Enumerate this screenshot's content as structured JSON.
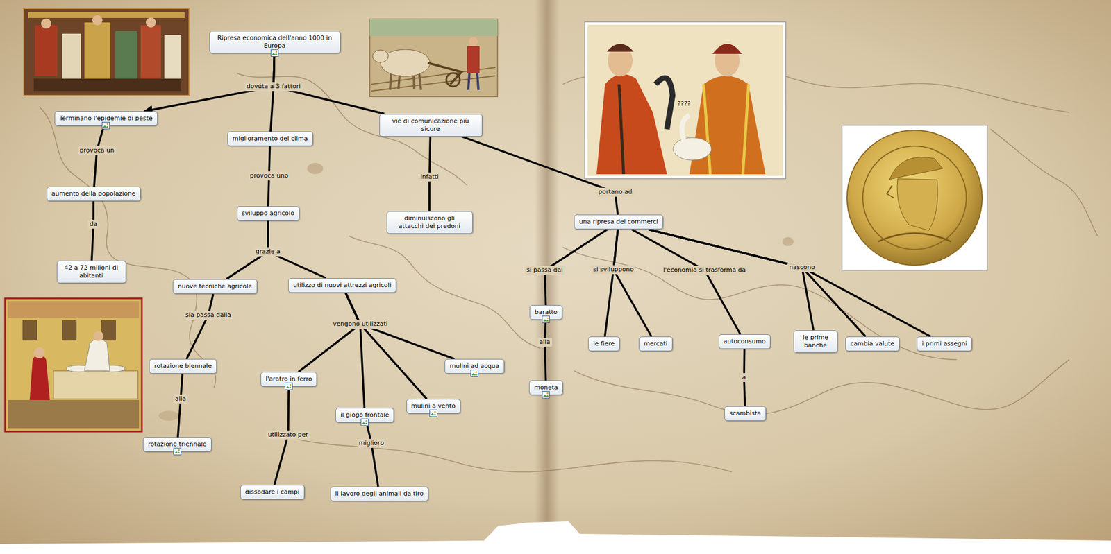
{
  "diagram": {
    "nodes": [
      {
        "text": [
          "Ripresa economica dell'anno 1000 in Europa"
        ]
      },
      {
        "text": [
          "Terminano l'epidemie di peste"
        ]
      },
      {
        "text": [
          "miglioramento del clima"
        ]
      },
      {
        "text": [
          "vie di comunicazione più sicure"
        ]
      },
      {
        "text": [
          "aumento della popolazione"
        ]
      },
      {
        "text": [
          "sviluppo agricolo"
        ]
      },
      {
        "text": [
          "diminuiscono gli attacchi dei predoni"
        ]
      },
      {
        "text": [
          "una ripresa dei commerci"
        ]
      },
      {
        "text": [
          "42 a 72 milioni di abitanti"
        ]
      },
      {
        "text": [
          "nuove tecniche agricole"
        ]
      },
      {
        "text": [
          "utilizzo di nuovi attrezzi agricoli"
        ]
      },
      {
        "text": [
          "baratto"
        ]
      },
      {
        "text": [
          "le fiere"
        ]
      },
      {
        "text": [
          "mercati"
        ]
      },
      {
        "text": [
          "autoconsumo"
        ]
      },
      {
        "text": [
          "le prime banche"
        ]
      },
      {
        "text": [
          "cambia valute"
        ]
      },
      {
        "text": [
          "i primi assegni"
        ]
      },
      {
        "text": [
          "rotazione biennale"
        ]
      },
      {
        "text": [
          "l'aratro in ferro"
        ]
      },
      {
        "text": [
          "mulini ad acqua"
        ]
      },
      {
        "text": [
          "moneta"
        ]
      },
      {
        "text": [
          "il giogo frontale"
        ]
      },
      {
        "text": [
          "mulini a vento"
        ]
      },
      {
        "text": [
          "scambista"
        ]
      },
      {
        "text": [
          "rotazione triennale"
        ]
      },
      {
        "text": [
          "dissodare i campi"
        ]
      },
      {
        "text": [
          "il lavoro degli animali da tiro"
        ]
      }
    ],
    "edges": [
      {
        "from": 0,
        "to": 1,
        "label": "dovúta a 3 fattori",
        "arrow": "to"
      },
      {
        "from": 0,
        "to": 2,
        "arrow": "none"
      },
      {
        "from": 0,
        "to": 3,
        "arrow": "none"
      },
      {
        "from": 1,
        "to": 4,
        "label": "provoca un",
        "arrow": "none"
      },
      {
        "from": 4,
        "to": 8,
        "label": "da",
        "arrow": "none"
      },
      {
        "from": 2,
        "to": 5,
        "label": "provoca uno",
        "arrow": "none"
      },
      {
        "from": 3,
        "to": 6,
        "label": "infatti",
        "arrow": "none"
      },
      {
        "from": 3,
        "to": 7,
        "label": "portano ad",
        "arrow": "none"
      },
      {
        "from": 5,
        "to": 9,
        "label": "grazie a",
        "arrow": "none"
      },
      {
        "from": 5,
        "to": 10,
        "arrow": "none"
      },
      {
        "from": 9,
        "to": 18,
        "label": "sia passa dalla",
        "arrow": "none"
      },
      {
        "from": 18,
        "to": 25,
        "label": "alla",
        "arrow": "none"
      },
      {
        "from": 10,
        "to": 19,
        "label": "vengono utilizzati",
        "arrow": "none"
      },
      {
        "from": 10,
        "to": 22,
        "arrow": "none"
      },
      {
        "from": 10,
        "to": 23,
        "arrow": "none"
      },
      {
        "from": 10,
        "to": 20,
        "arrow": "none"
      },
      {
        "from": 19,
        "to": 26,
        "label": "utilizzato per",
        "arrow": "none"
      },
      {
        "from": 22,
        "to": 27,
        "label": "miglioro",
        "arrow": "none"
      },
      {
        "from": 7,
        "to": 11,
        "label": "si passa dal",
        "arrow": "none"
      },
      {
        "from": 11,
        "to": 21,
        "label": "alla",
        "arrow": "none"
      },
      {
        "from": 7,
        "to": 12,
        "label": "si sviluppono",
        "arrow": "none"
      },
      {
        "from": 7,
        "to": 13,
        "arrow": "none"
      },
      {
        "from": 7,
        "to": 14,
        "label": "l'economia si trasforma da",
        "arrow": "none"
      },
      {
        "from": 14,
        "to": 24,
        "label": "a",
        "arrow": "none"
      },
      {
        "from": 7,
        "to": 15,
        "label": "nascono",
        "arrow": "none"
      },
      {
        "from": 7,
        "to": 16,
        "arrow": "none"
      },
      {
        "from": 7,
        "to": 17,
        "arrow": "none"
      }
    ],
    "labels": [
      "????"
    ]
  }
}
